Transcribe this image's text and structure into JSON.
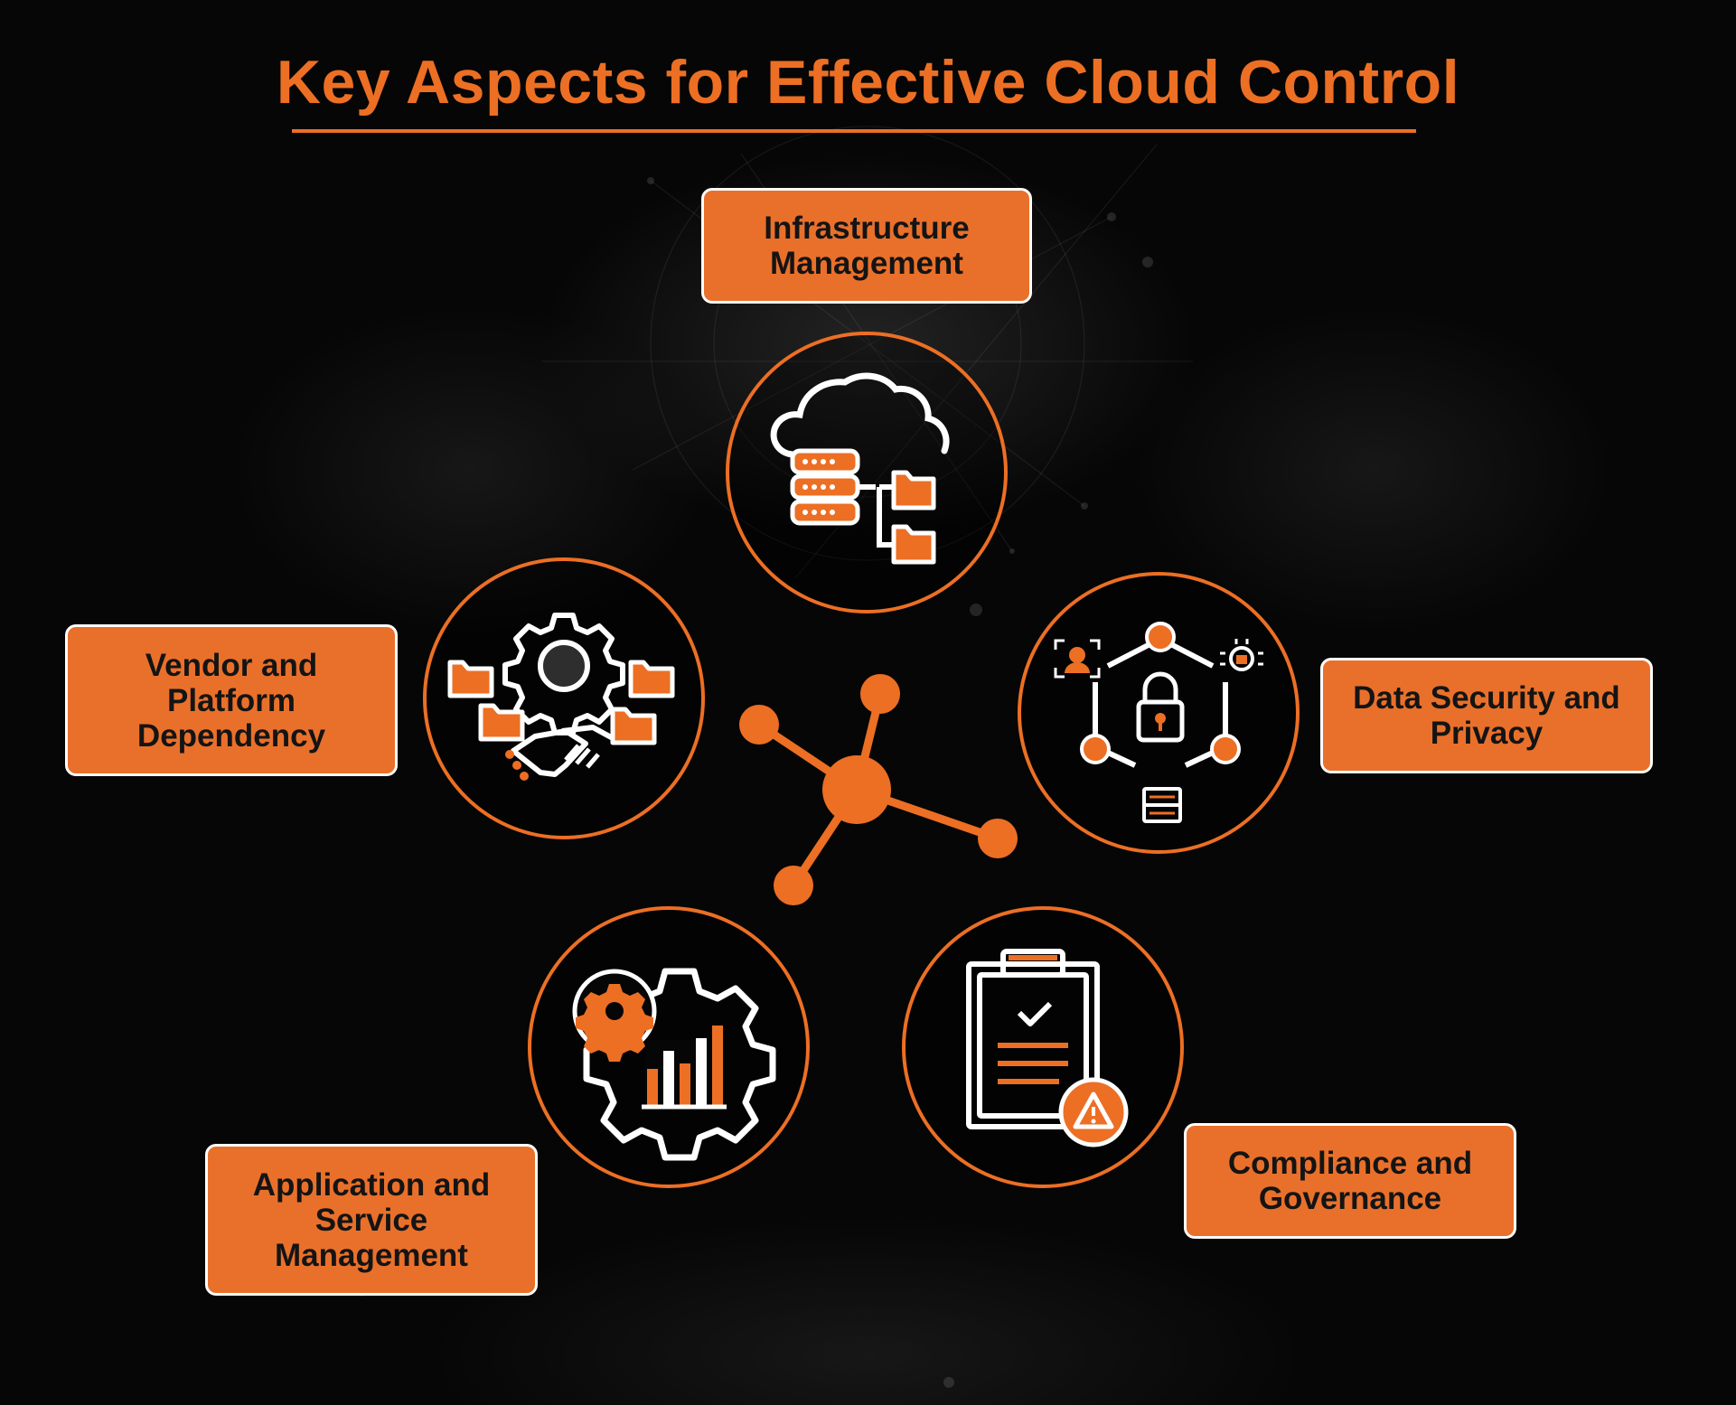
{
  "title": "Key Aspects for Effective Cloud Control",
  "colors": {
    "accent": "#ec6f24",
    "box": "#e9702b",
    "background": "#060606",
    "box_text": "#141414",
    "icon_line": "#ffffff"
  },
  "aspects": [
    {
      "label": "Infrastructure Management",
      "icon": "cloud-server-folders-icon"
    },
    {
      "label": "Data Security and Privacy",
      "icon": "security-network-lock-icon"
    },
    {
      "label": "Compliance and Governance",
      "icon": "clipboard-warning-icon"
    },
    {
      "label": "Application and Service Management",
      "icon": "gear-bar-chart-icon"
    },
    {
      "label": "Vendor and Platform Dependency",
      "icon": "gear-handshake-folders-icon"
    }
  ],
  "center_icon": "network-hub-icon"
}
